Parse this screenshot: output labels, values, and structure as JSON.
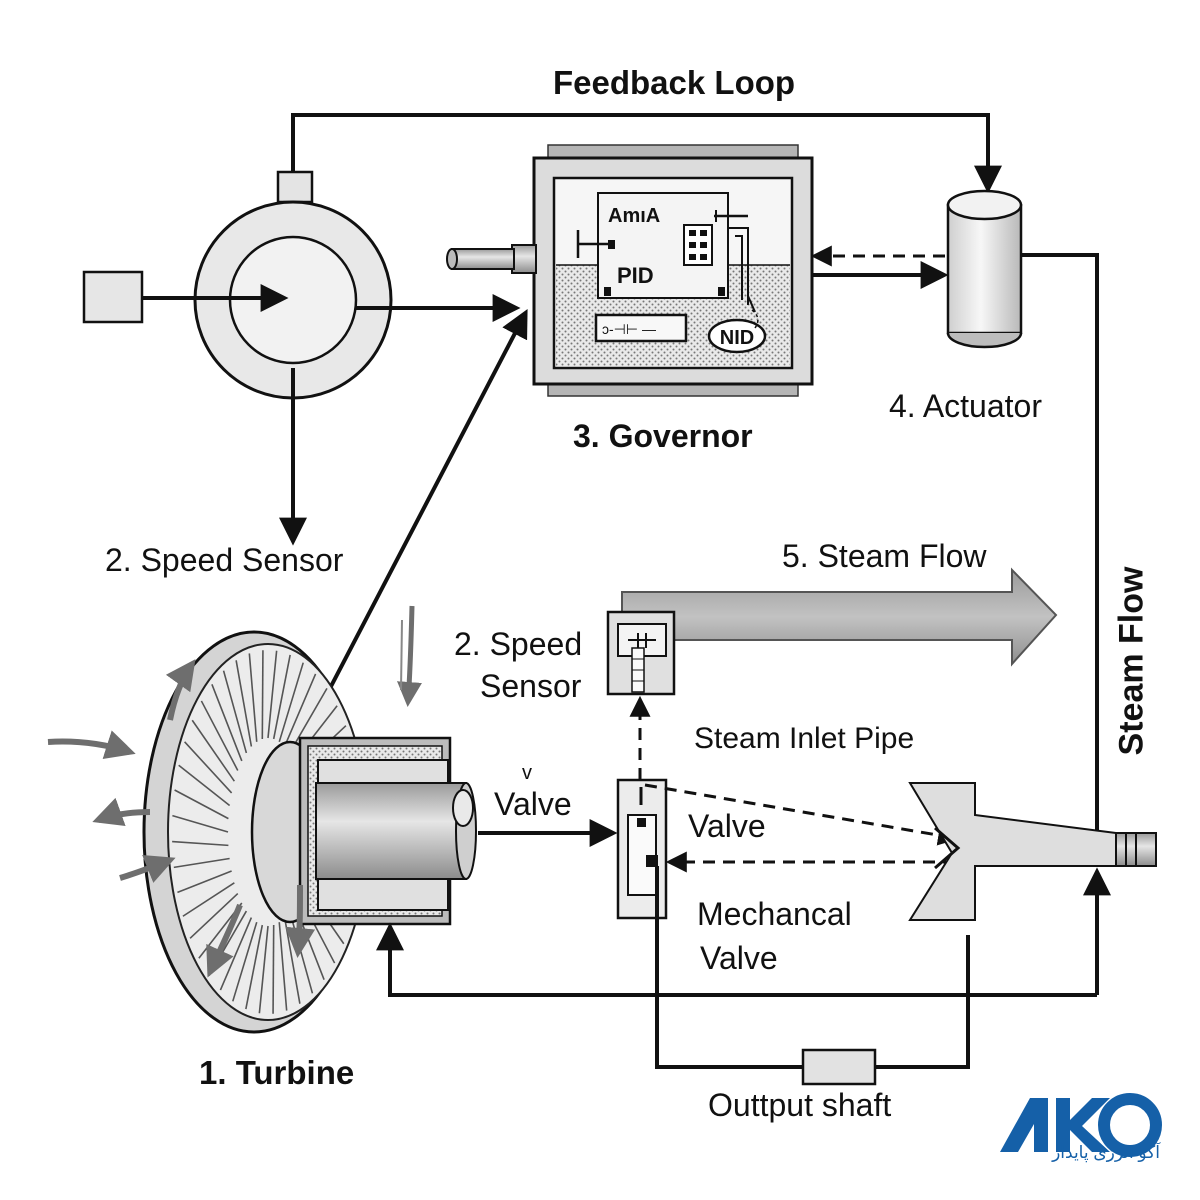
{
  "labels": {
    "feedback_loop": "Feedback Loop",
    "governor": "3. Governor",
    "actuator": "4. Actuator",
    "speed_sensor_main": "2. Speed Sensor",
    "steam_flow_arrow": "5. Steam Flow",
    "steam_flow_vertical": "Steam Flow",
    "speed_sensor_small_line1": "2. Speed",
    "speed_sensor_small_line2": "Sensor",
    "steam_inlet_pipe": "Steam Inlet Pipe",
    "valve_left_mark": "v",
    "valve_left": "Valve",
    "valve_right": "Valve",
    "mechanical_valve_line1": "Mechancal",
    "mechanical_valve_line2": "Valve",
    "turbine": "1. Turbine",
    "output_shaft": "Outtput shaft"
  },
  "governor_panel": {
    "chip_label": "AmıA",
    "pid_label": "PID",
    "nid_label": "NID",
    "component_text": "ɔ-⊣⊢ —"
  },
  "logo": {
    "text": "آکو انرژی پایدار",
    "color": "#1560a8"
  }
}
